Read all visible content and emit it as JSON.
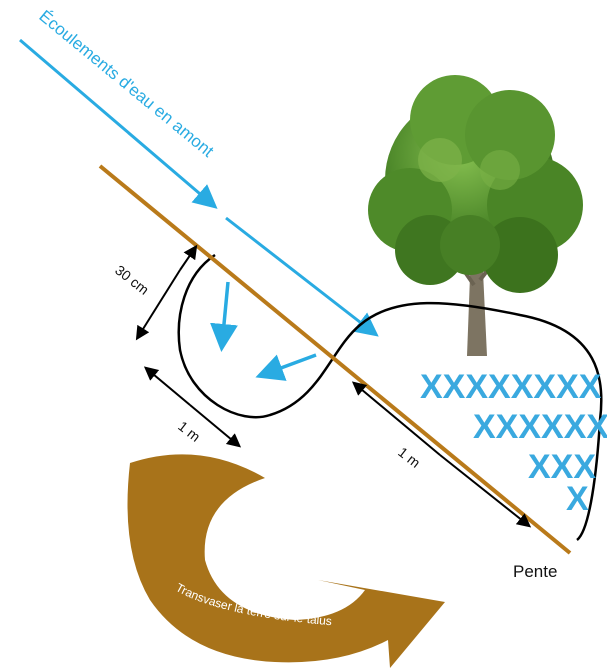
{
  "labels": {
    "flow": "Écoulements d'eau en amont",
    "depth": "30 cm",
    "width_left": "1 m",
    "width_right": "1 m",
    "slope": "Pente",
    "transfer": "Transvaser la terre sur le talus"
  },
  "planting_rows": [
    "XXXXXXXX",
    "XXXXXX",
    "XXX",
    "X"
  ],
  "colors": {
    "water": "#29abe2",
    "slope_line": "#b97a1a",
    "soil_arrow": "#a8731a",
    "outline": "#000000",
    "crosses": "#3aa9df",
    "canopy": "#4f8a2b",
    "trunk": "#7d7462"
  },
  "icons": {
    "tree": "tree-icon",
    "transfer_arrow": "curved-arrow-icon"
  }
}
